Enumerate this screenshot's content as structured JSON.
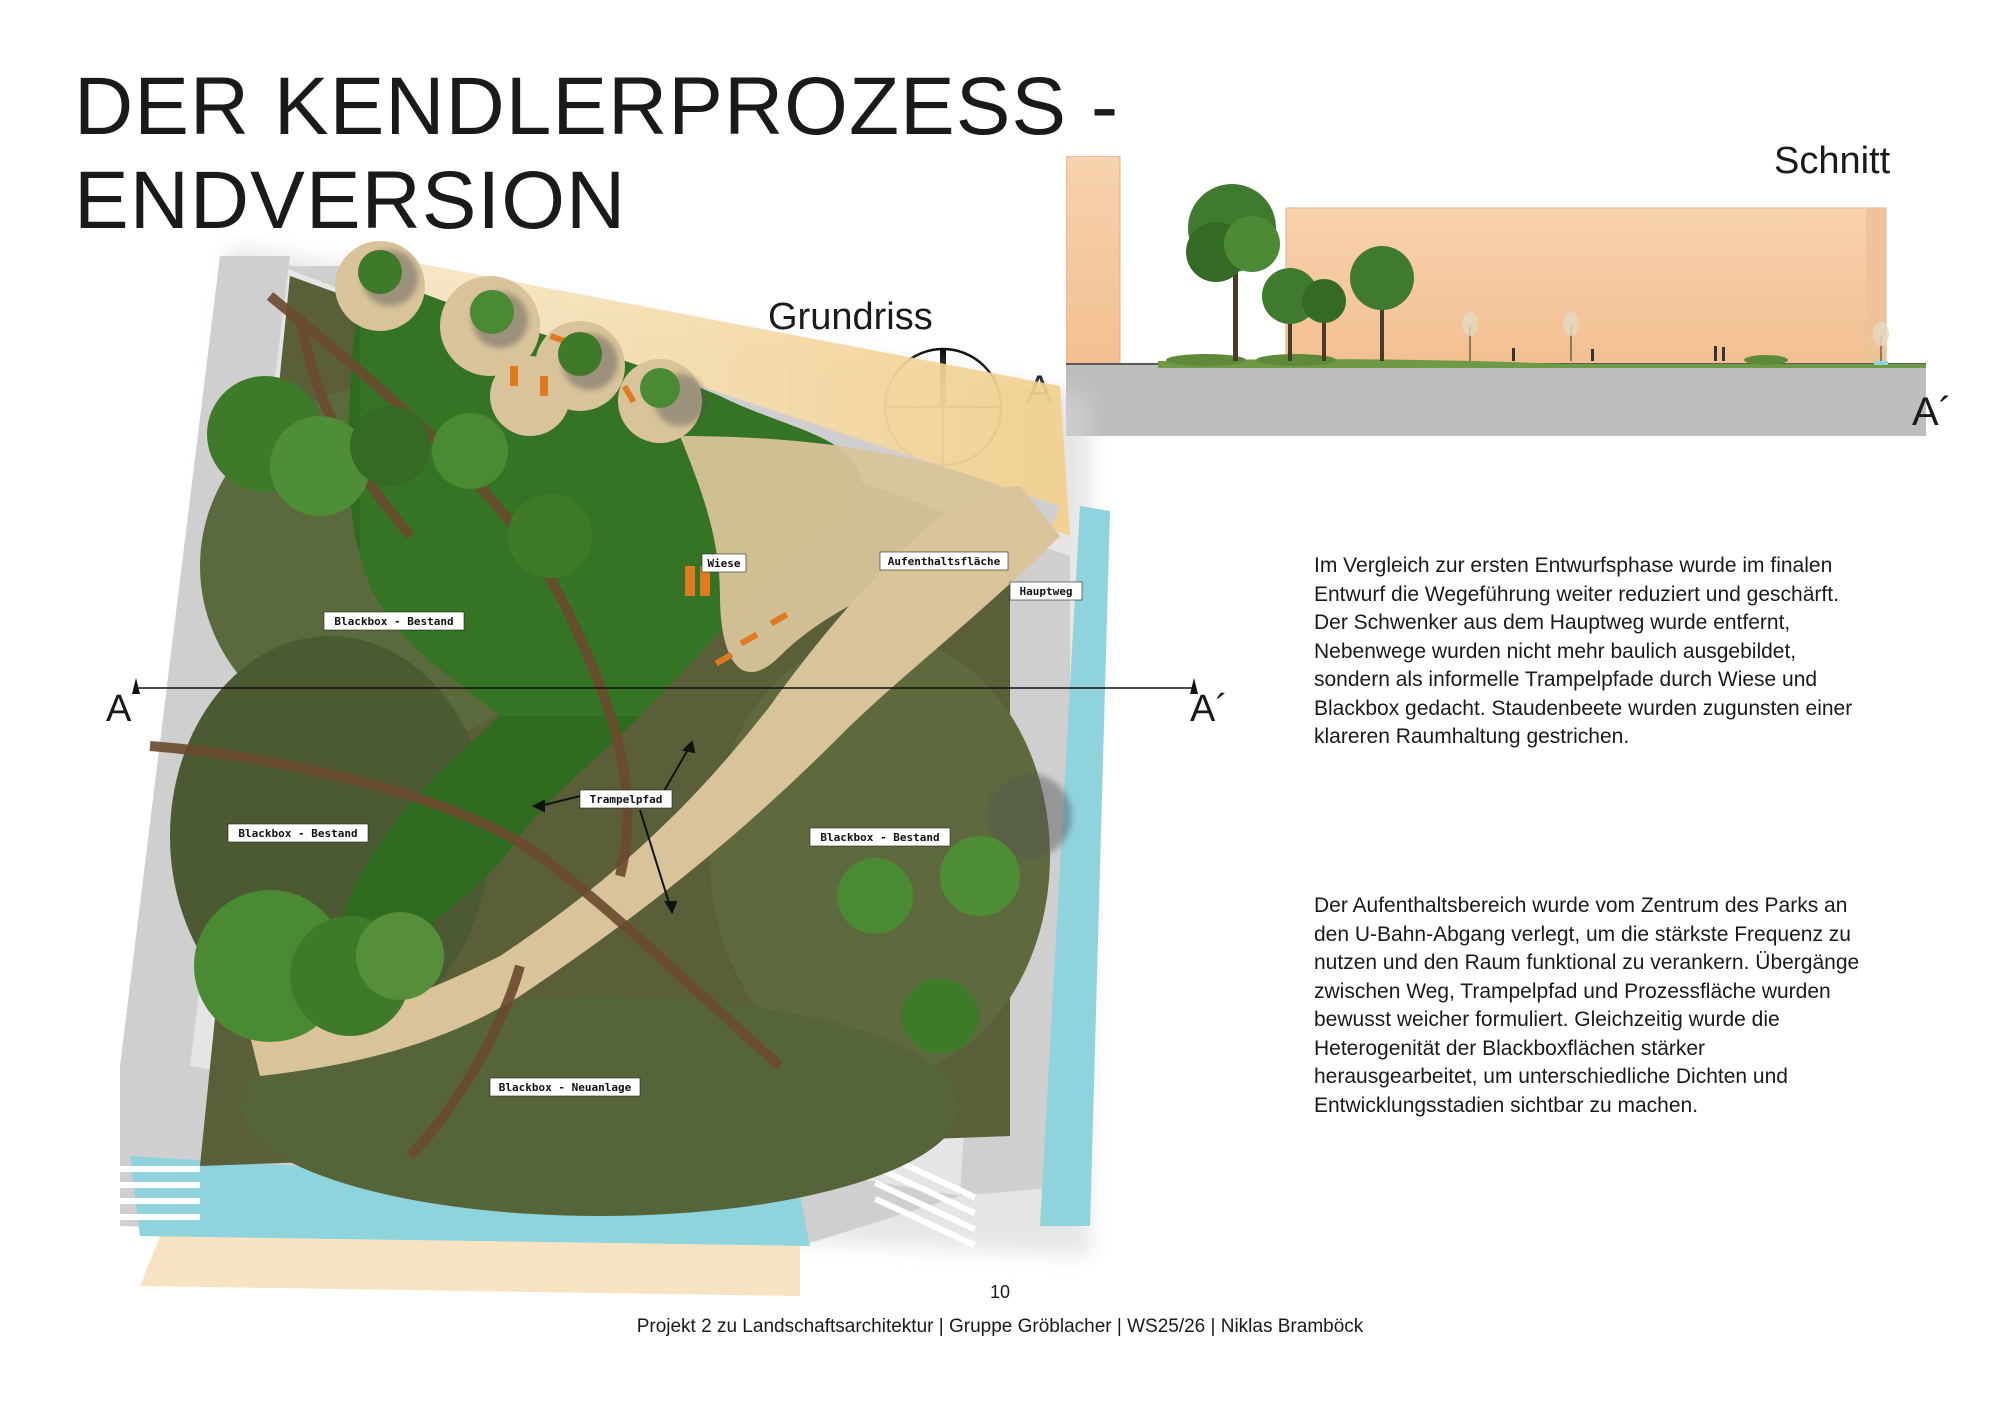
{
  "title": {
    "line1": "DER KENDLERPROZESS -",
    "line2": "ENDVERSION"
  },
  "plan": {
    "label": "Grundriss",
    "section_start": "A",
    "section_end": "A´",
    "tags": {
      "wiese": "Wiese",
      "aufenthalt": "Aufenthaltsfläche",
      "hauptweg": "Hauptweg",
      "blackbox_1": "Blackbox - Bestand",
      "blackbox_2": "Blackbox - Bestand",
      "blackbox_3": "Blackbox - Bestand",
      "blackbox_neu": "Blackbox - Neuanlage",
      "trampelpfad": "Trampelpfad"
    }
  },
  "section": {
    "label": "Schnitt",
    "start": "A",
    "end": "A´"
  },
  "text": {
    "paragraph1": "Im Vergleich zur ersten Entwurfsphase wurde im finalen Entwurf die Wegeführung weiter reduziert und geschärft. Der Schwenker aus dem Hauptweg wurde entfernt, Nebenwege wurden nicht mehr baulich ausgebildet, sondern als informelle Trampelpfade durch Wiese und Blackbox gedacht. Staudenbeete wurden zugunsten einer klareren Raumhaltung gestrichen.",
    "paragraph2": "Der Aufenthaltsbereich wurde vom Zentrum des Parks an den U-Bahn-Abgang verlegt, um die stärkste Frequenz zu nutzen und den Raum funktional zu verankern. Übergänge zwischen Weg, Trampelpfad und Prozessfläche wurden bewusst weicher formuliert. Gleichzeitig wurde die Heterogenität der Blackboxflächen stärker herausgearbeitet, um unterschiedliche Dichten und Entwicklungsstadien sichtbar zu machen."
  },
  "page_number": "10",
  "footer": "Projekt 2 zu Landschaftsarchitektur | Gruppe Gröblacher | WS25/26 | Niklas Bramböck",
  "colors": {
    "lawn": "#2f6b1f",
    "path_beige": "#d8c39a",
    "trampelpfad_brown": "#6b4a2e",
    "blackbox": "#55603a",
    "water": "#8fd3dd",
    "sidewalk": "#c9c9c9",
    "facade": "#f5c9a0",
    "ground_section": "#bdbdbd"
  }
}
